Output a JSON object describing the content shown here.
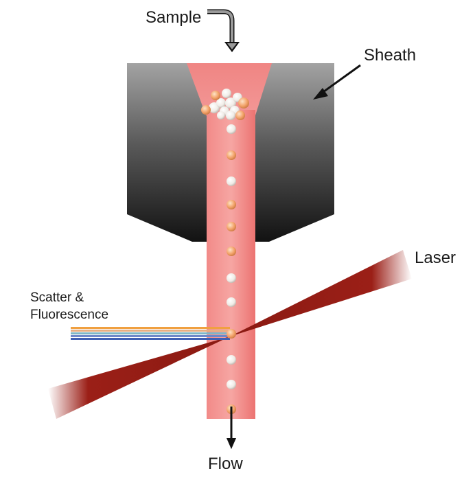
{
  "labels": {
    "sample": "Sample",
    "sheath": "Sheath",
    "laser": "Laser",
    "scatter_line1": "Scatter &",
    "scatter_line2": "Fluorescence",
    "flow": "Flow"
  },
  "colors": {
    "text": "#1a1a1a",
    "stream": "#ee6e6e",
    "stream_light": "#f7b0b0",
    "laser": "#9b1f17",
    "particle_peach": "#f3a36a",
    "particle_white": "#f4f2ef",
    "chamber_top": "#9a9a9a",
    "chamber_bottom": "#141414",
    "scatter_lines": [
      "#f0a040",
      "#e8ae82",
      "#7fb6c6",
      "#6e87c9",
      "#3f5fb3"
    ]
  },
  "icons": [
    "sample-arrow-icon",
    "sheath-arrow-icon",
    "flow-arrow-icon"
  ]
}
